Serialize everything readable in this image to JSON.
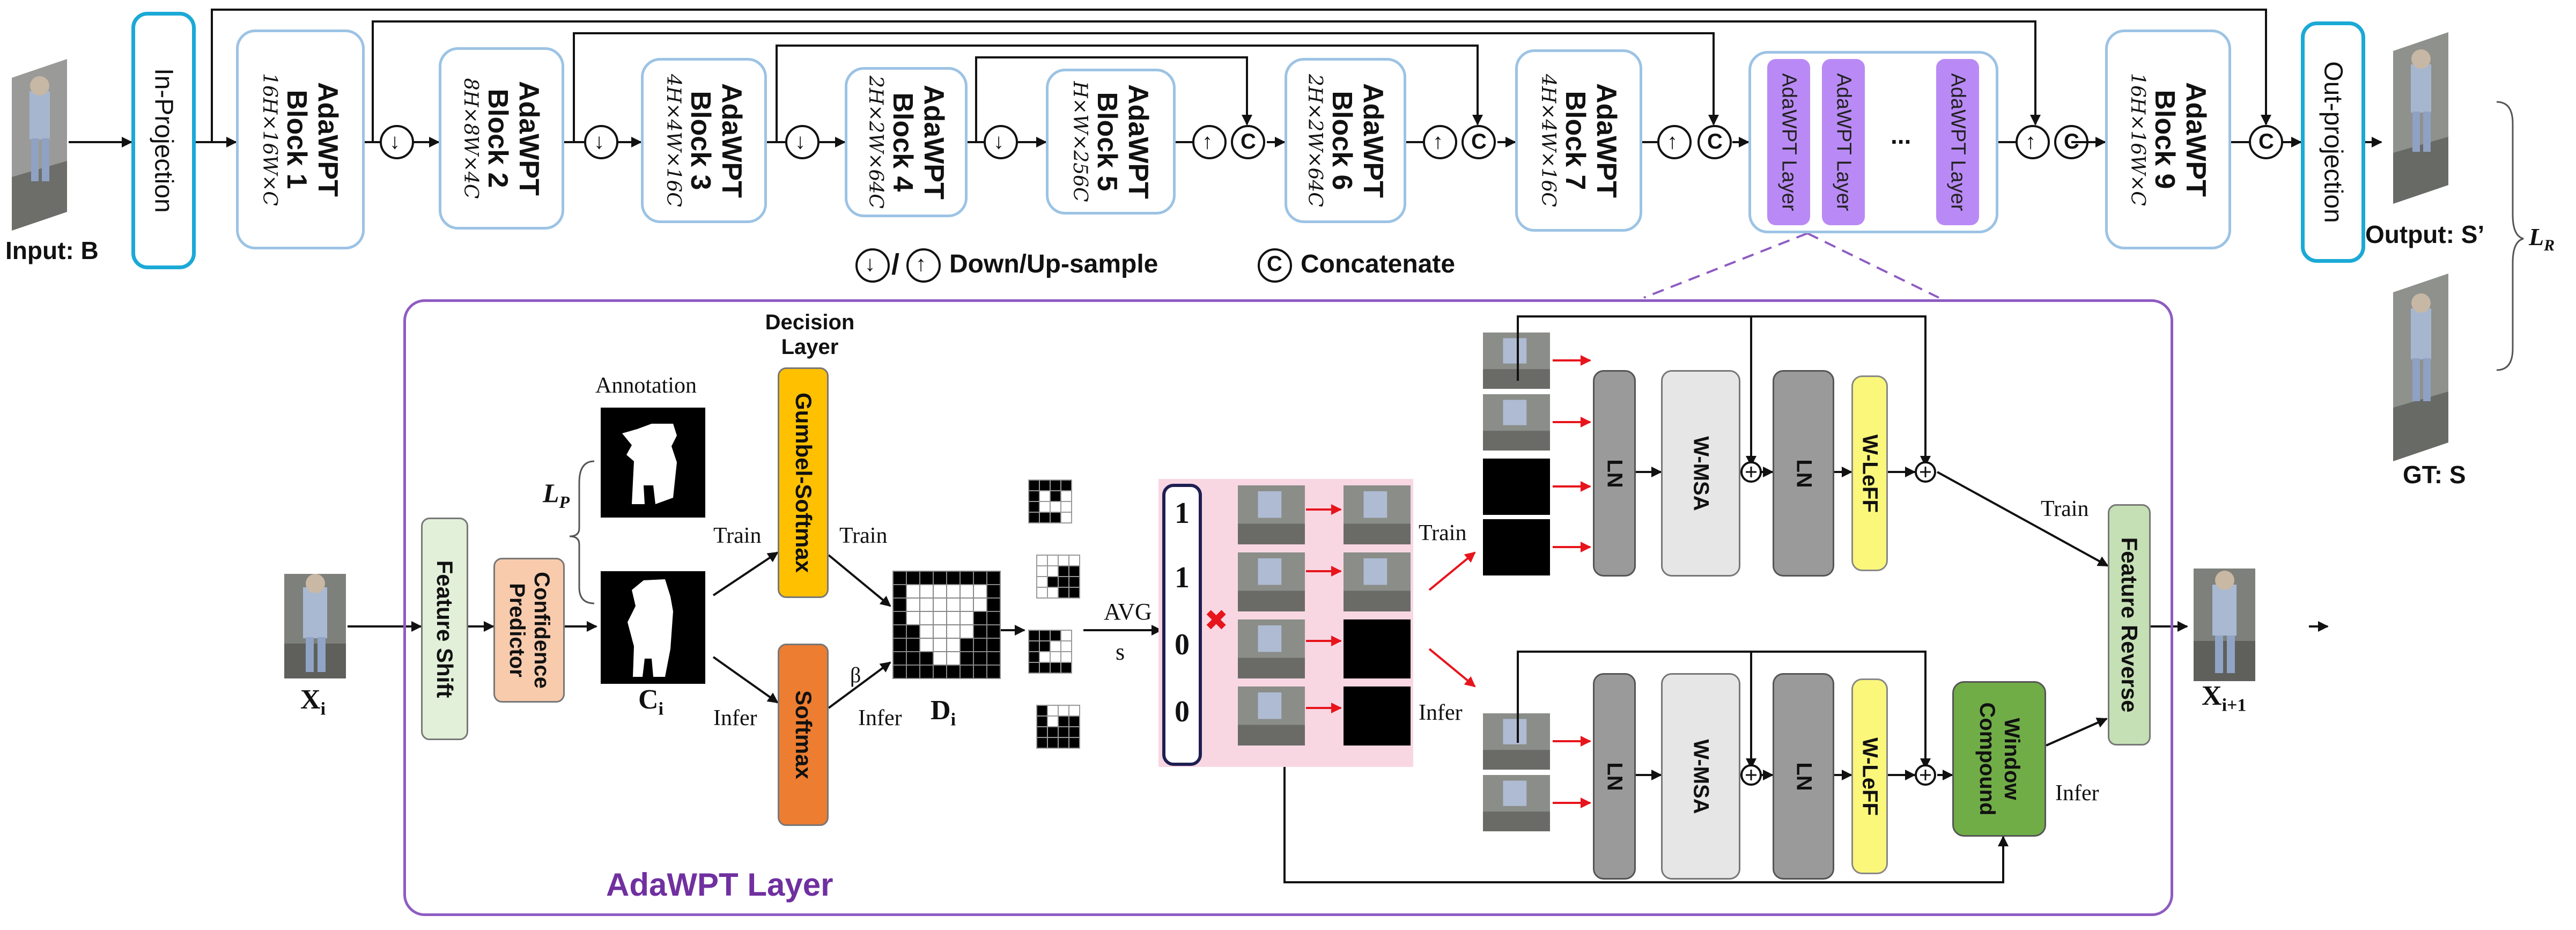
{
  "top": {
    "input_label": "Input: B",
    "in_projection": "In-Projection",
    "out_projection": "Out-projection",
    "output_label": "Output: S’",
    "gt_label": "GT: S",
    "loss_r": "L",
    "loss_r_sub": "R",
    "blocks": [
      {
        "name": "AdaWPT",
        "num": "Block 1",
        "dim": "16H×16W×C"
      },
      {
        "name": "AdaWPT",
        "num": "Block  2",
        "dim": "8H×8W×4C"
      },
      {
        "name": "AdaWPT",
        "num": "Block 3",
        "dim": "4H×4W×16C"
      },
      {
        "name": "AdaWPT",
        "num": "Block  4",
        "dim": "2H×2W×64C"
      },
      {
        "name": "AdaWPT",
        "num": "Block  5",
        "dim": "H×W×256C"
      },
      {
        "name": "AdaWPT",
        "num": "Block  6",
        "dim": "2H×2W×64C"
      },
      {
        "name": "AdaWPT",
        "num": "Block 7",
        "dim": "4H×4W×16C"
      },
      {
        "name": "AdaWPT",
        "num": "Block 9",
        "dim": "16H×16W×C"
      }
    ],
    "block8_layers": [
      "AdaWPT Layer",
      "AdaWPT Layer",
      "AdaWPT Layer"
    ],
    "block8_ellipsis": "...",
    "legend_sample": "/",
    "legend_sample_text": "Down/Up-sample",
    "legend_concat": "Concatenate"
  },
  "symbols": {
    "down": "↓",
    "up": "↑",
    "concat": "C",
    "plus": "+",
    "cross": "✖"
  },
  "layer": {
    "title": "AdaWPT Layer",
    "x_in": "X",
    "x_in_sub": "i",
    "x_out": "X",
    "x_out_sub": "i+1",
    "feature_shift": "Feature Shift",
    "confidence_predictor": "Confidence Predictor",
    "annotation": "Annotation",
    "loss_p": "L",
    "loss_p_sub": "P",
    "c_label": "C",
    "c_sub": "i",
    "decision_layer": "Decision Layer",
    "gumbel_softmax": "Gumbel-Softmax",
    "softmax": "Softmax",
    "train": "Train",
    "infer": "Infer",
    "beta": "β",
    "d_label": "D",
    "d_sub": "i",
    "avg": "AVG",
    "s": "s",
    "decision_values": [
      "1",
      "1",
      "0",
      "0"
    ],
    "ln": "LN",
    "wmsa": "W-MSA",
    "wleff": "W-LeFF",
    "window_compound": "Window Compound",
    "feature_reverse": "Feature Reverse"
  },
  "colors": {
    "block_border": "#9cc3e4",
    "projection_border": "#1ba9d6",
    "layer_border": "#8e5cc2",
    "layer_title": "#7030a0",
    "purple_stripe": "#b98af5",
    "feature_shift": "#e2efd9",
    "confidence_predictor": "#f8cbad",
    "gumbel": "#ffc000",
    "softmax": "#ed7d31",
    "pink_panel": "#f8d7e3",
    "window_compound": "#70ad47",
    "feature_reverse": "#c5e0b4",
    "red_arrow": "#e8141c"
  }
}
